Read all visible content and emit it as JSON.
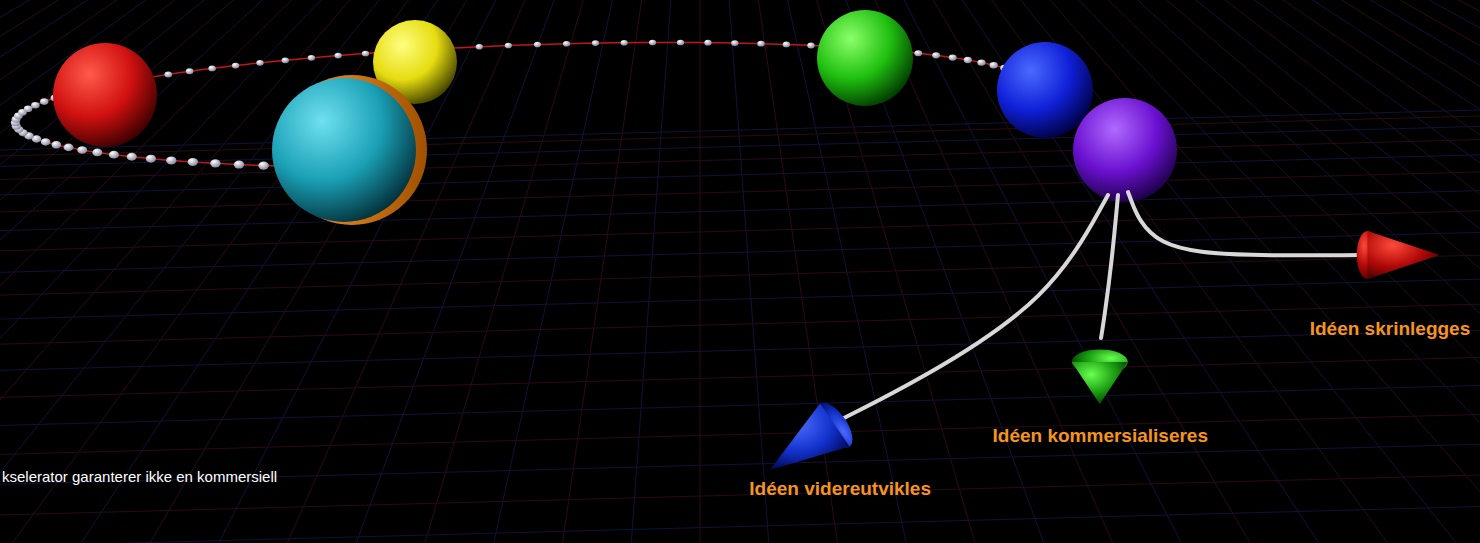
{
  "diagram": {
    "nodes": [
      {
        "text": [
          "Idéen skrinlegges"
        ]
      },
      {
        "text": [
          "Idéen kommersialiseres"
        ]
      },
      {
        "text": [
          "Idéen videreutvikles"
        ]
      }
    ],
    "labels": [
      "kselerator garanterer ikke en kommersiell"
    ]
  }
}
